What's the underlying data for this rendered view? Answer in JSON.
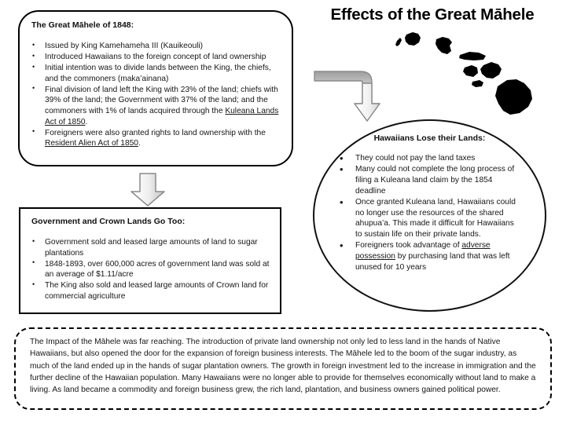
{
  "slide": {
    "title": "Effects of the Great Māhele"
  },
  "mahele_box": {
    "heading": "The Great Māhele of 1848:",
    "bullets": [
      {
        "segments": [
          {
            "text": "Issued by King Kamehameha III (Kauikeouli)",
            "underline": false
          }
        ]
      },
      {
        "segments": [
          {
            "text": "Introduced Hawaiians to the foreign concept of land ownership",
            "underline": false
          }
        ]
      },
      {
        "segments": [
          {
            "text": "Initial intention was to divide lands between the King, the chiefs, and the commoners (maka’ainana)",
            "underline": false
          }
        ]
      },
      {
        "segments": [
          {
            "text": "Final division of land left the King with 23% of the land; chiefs with 39% of the land; the Government with 37% of the land; and the commoners with 1% of lands acquired through the ",
            "underline": false
          },
          {
            "text": "Kuleana Lands Act of 1850",
            "underline": true
          },
          {
            "text": ".",
            "underline": false
          }
        ]
      },
      {
        "segments": [
          {
            "text": "Foreigners were also granted rights to land ownership with the ",
            "underline": false
          },
          {
            "text": "Resident Alien Act of 1850",
            "underline": true
          },
          {
            "text": ".",
            "underline": false
          }
        ]
      }
    ]
  },
  "govt_box": {
    "heading": "Government and Crown Lands Go Too:",
    "bullets": [
      {
        "segments": [
          {
            "text": "Government sold and leased large amounts of land to sugar plantations",
            "underline": false
          }
        ]
      },
      {
        "segments": [
          {
            "text": "1848-1893, over 600,000 acres of government land was sold at an average of $1.11/acre",
            "underline": false
          }
        ]
      },
      {
        "segments": [
          {
            "text": "The King also sold and leased large amounts of Crown land for commercial agriculture",
            "underline": false
          }
        ]
      }
    ]
  },
  "lose_lands_oval": {
    "heading": "Hawaiians Lose their Lands:",
    "bullets": [
      {
        "segments": [
          {
            "text": "They could not pay the land taxes",
            "underline": false
          }
        ]
      },
      {
        "segments": [
          {
            "text": "Many could not complete the long process of filing a Kuleana land claim by the 1854 deadline",
            "underline": false
          }
        ]
      },
      {
        "segments": [
          {
            "text": "Once granted Kuleana land, Hawaiians could no longer use the resources of the shared ahupua’a.  This made it difficult for Hawaiians to sustain life on their private lands.",
            "underline": false
          }
        ]
      },
      {
        "segments": [
          {
            "text": "Foreigners took advantage of ",
            "underline": false
          },
          {
            "text": "adverse possession",
            "underline": true
          },
          {
            "text": " by purchasing land that was left unused for 10 years",
            "underline": false
          }
        ]
      }
    ]
  },
  "impact_box": {
    "paragraph": "The Impact of the Māhele was far reaching.  The introduction of private land ownership not only led to less land in the hands of Native Hawaiians, but also opened the door for the expansion of foreign business interests.  The Māhele led to the boom of the sugar industry, as much of the land ended up in the hands of sugar plantation owners.  The growth in foreign investment led to the increase in immigration and the further decline of the Hawaiian population.  Many Hawaiians were no longer able to provide for themselves economically without land to make a living.  As land became a commodity and foreign business grew, the rich land, plantation, and business owners gained political power."
  },
  "graphics": {
    "down_arrow_name": "down-arrow-icon",
    "bent_arrow_name": "bent-arrow-icon",
    "islands_name": "hawaiian-islands-map",
    "arrow_fill_light": "#fdfdfd",
    "arrow_fill_dark": "#a9a9a9",
    "arrow_stroke": "#8a8a8a",
    "island_fill": "#000000",
    "outline_color": "#000000"
  }
}
